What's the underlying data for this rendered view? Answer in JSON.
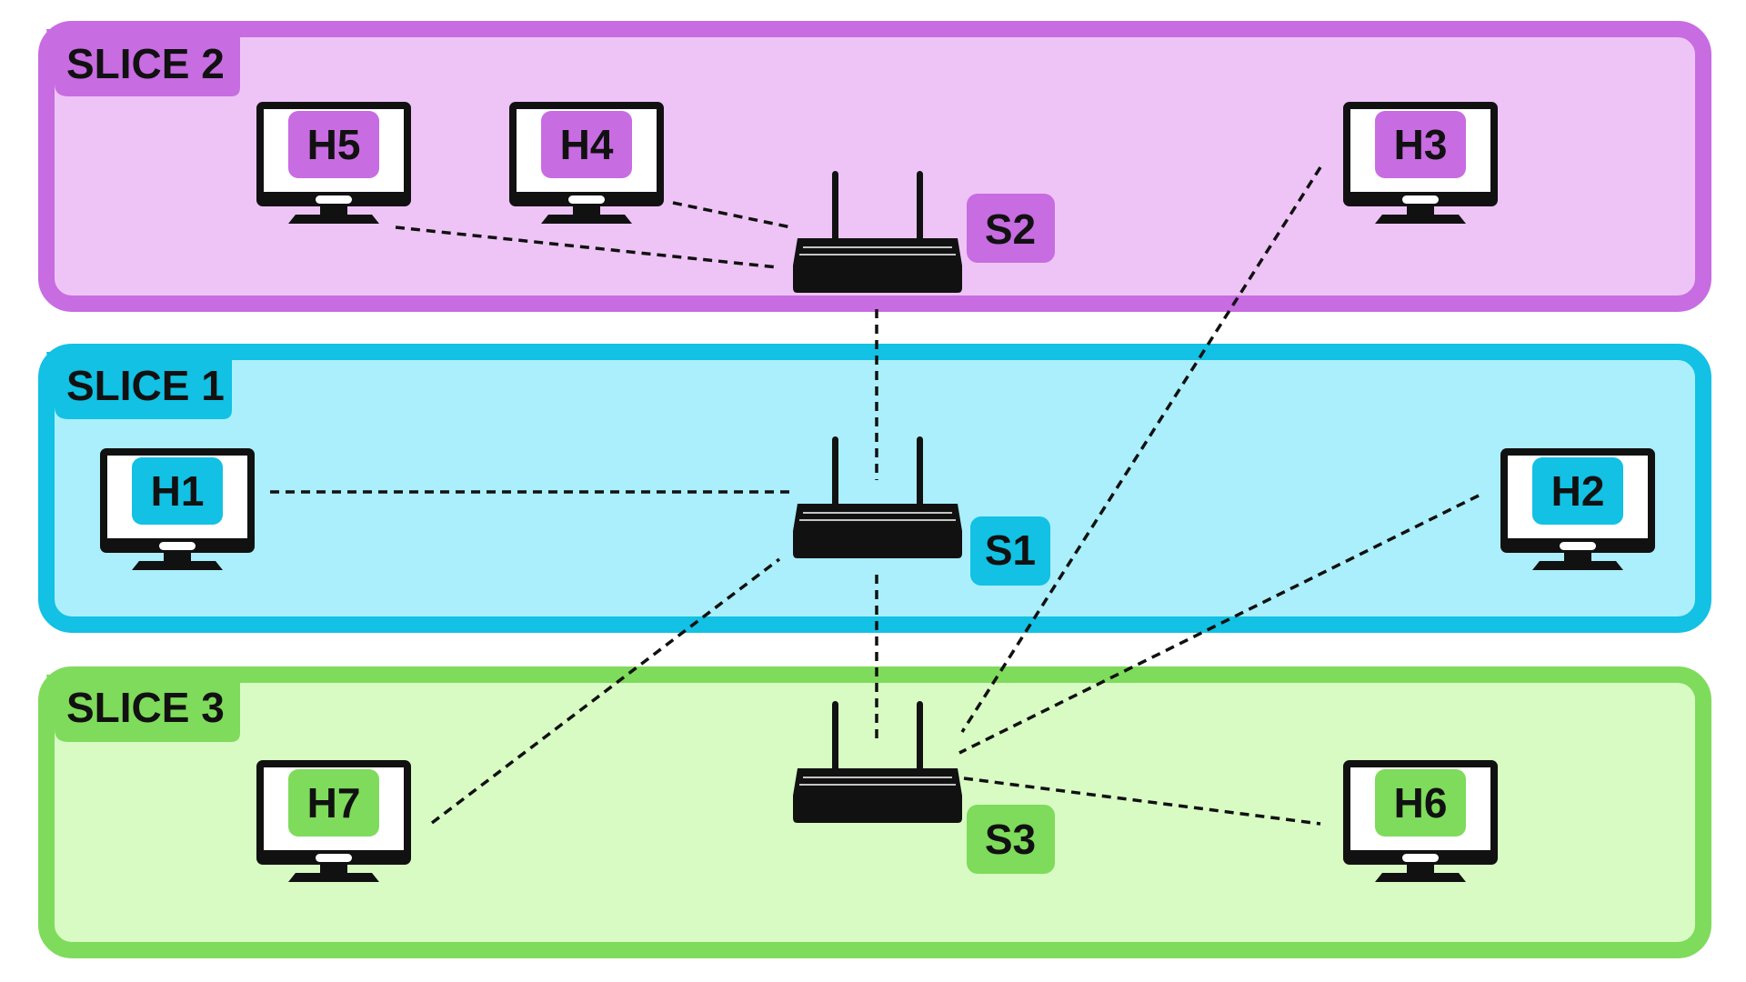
{
  "slices": [
    {
      "id": "slice2",
      "label": "SLICE 2",
      "fill": "#eec4f6",
      "stroke": "#c86ce2"
    },
    {
      "id": "slice1",
      "label": "SLICE 1",
      "fill": "#aaeffb",
      "stroke": "#12c1e3"
    },
    {
      "id": "slice3",
      "label": "SLICE 3",
      "fill": "#d8fbc4",
      "stroke": "#7fdb5b"
    }
  ],
  "hosts": {
    "h5": {
      "label": "H5",
      "color": "#c86ce2"
    },
    "h4": {
      "label": "H4",
      "color": "#c86ce2"
    },
    "h3": {
      "label": "H3",
      "color": "#c86ce2"
    },
    "h1": {
      "label": "H1",
      "color": "#12c1e3"
    },
    "h2": {
      "label": "H2",
      "color": "#12c1e3"
    },
    "h7": {
      "label": "H7",
      "color": "#7fdb5b"
    },
    "h6": {
      "label": "H6",
      "color": "#7fdb5b"
    }
  },
  "switches": {
    "s2": {
      "label": "S2",
      "color": "#c86ce2"
    },
    "s1": {
      "label": "S1",
      "color": "#12c1e3"
    },
    "s3": {
      "label": "S3",
      "color": "#7fdb5b"
    }
  },
  "links": [
    [
      "h5",
      "s2"
    ],
    [
      "h4",
      "s2"
    ],
    [
      "s2",
      "s1"
    ],
    [
      "h1",
      "s1"
    ],
    [
      "s1",
      "s3"
    ],
    [
      "h7",
      "s1"
    ],
    [
      "h3",
      "s3"
    ],
    [
      "h2",
      "s3"
    ],
    [
      "h6",
      "s3"
    ]
  ],
  "icons": {
    "host": "monitor-icon",
    "switch": "router-icon"
  }
}
